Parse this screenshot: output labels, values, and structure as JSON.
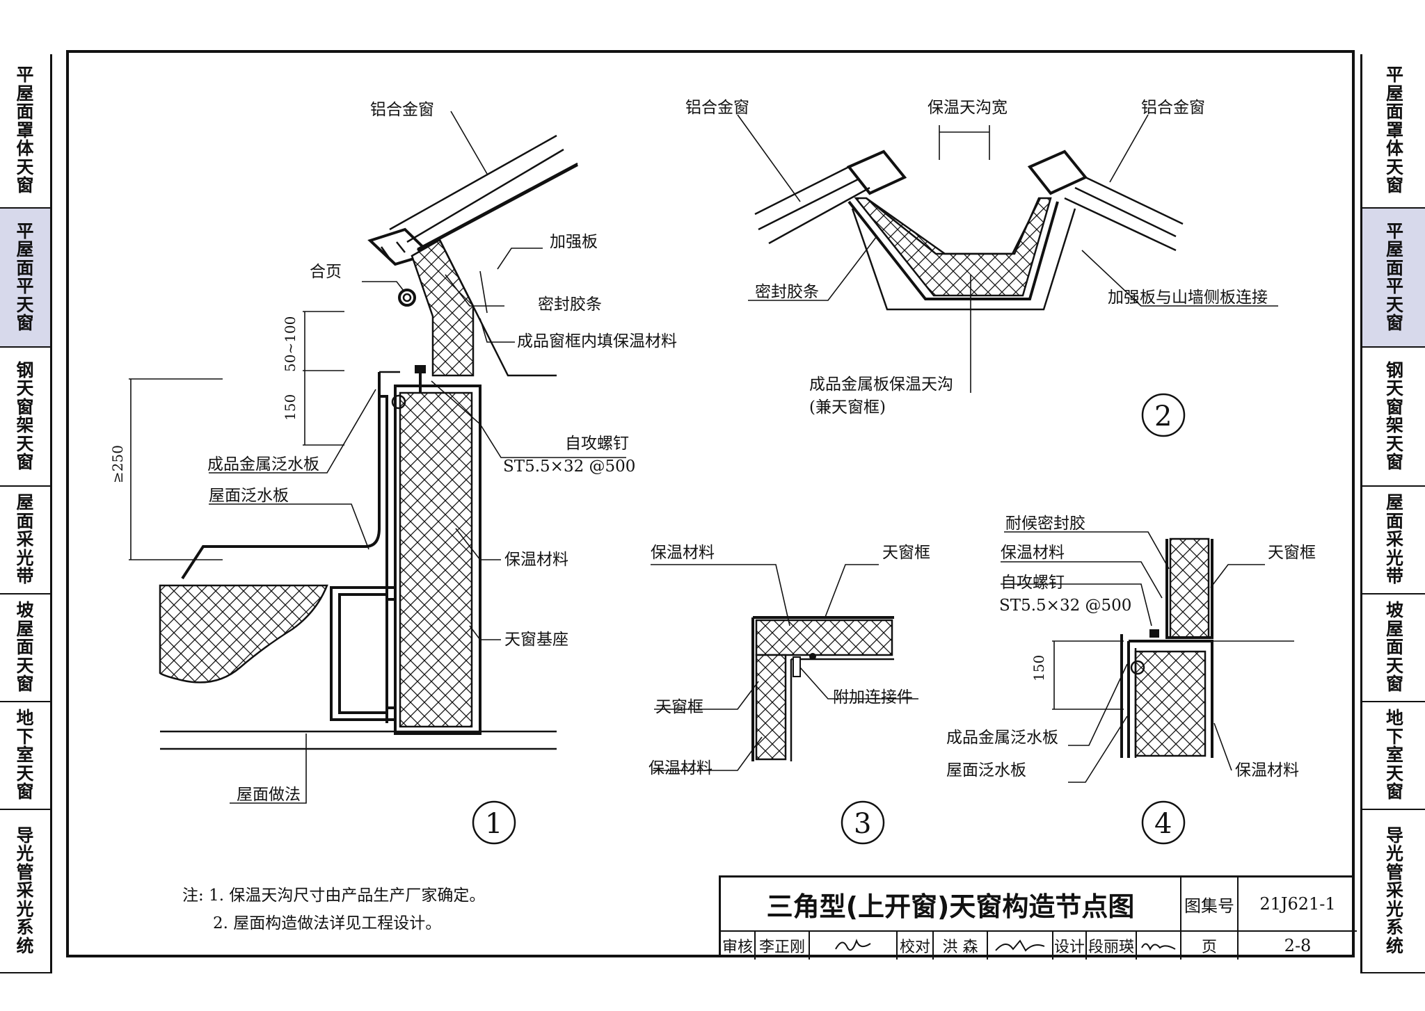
{
  "sidebar_left": [
    {
      "label": "平屋面罩体天窗",
      "active": false
    },
    {
      "label": "平屋面平天窗",
      "active": true
    },
    {
      "label": "钢天窗架天窗",
      "active": false
    },
    {
      "label": "屋面采光带",
      "active": false
    },
    {
      "label": "坡屋面天窗",
      "active": false
    },
    {
      "label": "地下室天窗",
      "active": false
    },
    {
      "label": "导光管采光系统",
      "active": false
    }
  ],
  "sidebar_right": [
    {
      "label": "平屋面罩体天窗",
      "active": false
    },
    {
      "label": "平屋面平天窗",
      "active": true
    },
    {
      "label": "钢天窗架天窗",
      "active": false
    },
    {
      "label": "屋面采光带",
      "active": false
    },
    {
      "label": "坡屋面天窗",
      "active": false
    },
    {
      "label": "地下室天窗",
      "active": false
    },
    {
      "label": "导光管采光系统",
      "active": false
    }
  ],
  "detail1": {
    "number": "1",
    "labels": {
      "aluminum_window": "铝合金窗",
      "stiffener": "加强板",
      "hinge": "合页",
      "seal_strip": "密封胶条",
      "frame_fill": "成品窗框内填保温材料",
      "screw": "自攻螺钉",
      "screw_spec": "ST5.5×32 @500",
      "metal_flashing": "成品金属泛水板",
      "roof_flashing": "屋面泛水板",
      "insulation": "保温材料",
      "base": "天窗基座",
      "roof_method": "屋面做法"
    },
    "dims": {
      "gap": "50~100",
      "base_height": "150",
      "min_height": "≥250"
    }
  },
  "detail2": {
    "number": "2",
    "labels": {
      "window_left": "铝合金窗",
      "gutter_width": "保温天沟宽",
      "window_right": "铝合金窗",
      "seal_strip": "密封胶条",
      "stiffener_link": "加强板与山墙侧板连接",
      "gutter": "成品金属板保温天沟",
      "gutter_note": "(兼天窗框)"
    }
  },
  "detail3": {
    "number": "3",
    "labels": {
      "insulation_top": "保温材料",
      "frame_top": "天窗框",
      "frame_left": "天窗框",
      "connector": "附加连接件",
      "insulation_bottom": "保温材料"
    }
  },
  "detail4": {
    "number": "4",
    "labels": {
      "sealant": "耐候密封胶",
      "insulation_top": "保温材料",
      "screw": "自攻螺钉",
      "screw_spec": "ST5.5×32 @500",
      "frame": "天窗框",
      "metal_flashing": "成品金属泛水板",
      "roof_flashing": "屋面泛水板",
      "insulation_right": "保温材料"
    },
    "dims": {
      "height": "150"
    }
  },
  "notes": {
    "prefix": "注:",
    "items": [
      "1. 保温天沟尺寸由产品生产厂家确定。",
      "2. 屋面构造做法详见工程设计。"
    ]
  },
  "title_block": {
    "title": "三角型(上开窗)天窗构造节点图",
    "atlas_label": "图集号",
    "atlas_no": "21J621-1",
    "review_label": "审核",
    "reviewer": "李正刚",
    "check_label": "校对",
    "checker": "洪 森",
    "design_label": "设计",
    "designer": "段丽瑛",
    "page_label": "页",
    "page_no": "2-8"
  }
}
